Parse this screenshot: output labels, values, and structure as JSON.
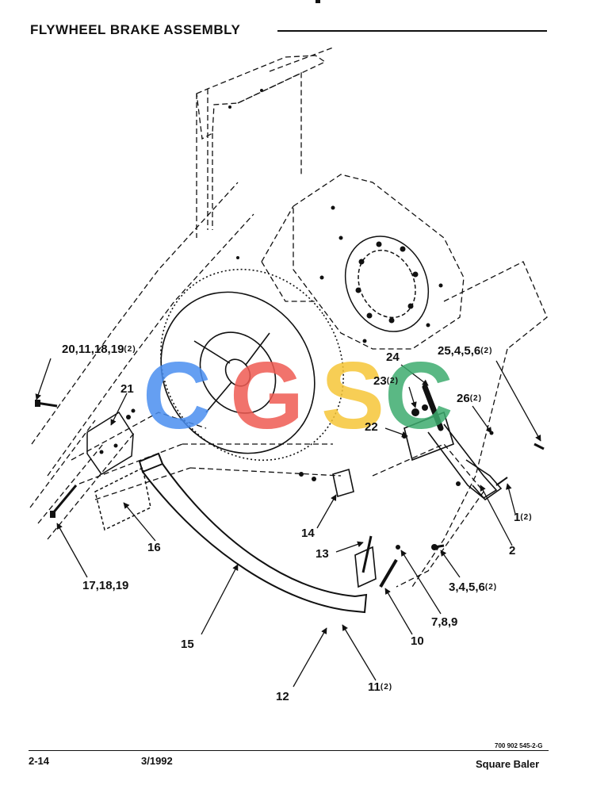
{
  "header": {
    "title": "FLYWHEEL BRAKE ASSEMBLY"
  },
  "callouts": [
    {
      "id": "c-20",
      "label": "20,11,18,19",
      "qty": "(2)"
    },
    {
      "id": "c-21",
      "label": "21",
      "qty": ""
    },
    {
      "id": "c-24",
      "label": "24",
      "qty": ""
    },
    {
      "id": "c-23",
      "label": "23",
      "qty": "(2)"
    },
    {
      "id": "c-25",
      "label": "25,4,5,6",
      "qty": "(2)"
    },
    {
      "id": "c-26",
      "label": "26",
      "qty": "(2)"
    },
    {
      "id": "c-22",
      "label": "22",
      "qty": ""
    },
    {
      "id": "c-1",
      "label": "1",
      "qty": "(2)"
    },
    {
      "id": "c-2",
      "label": "2",
      "qty": ""
    },
    {
      "id": "c-14",
      "label": "14",
      "qty": ""
    },
    {
      "id": "c-13",
      "label": "13",
      "qty": ""
    },
    {
      "id": "c-16",
      "label": "16",
      "qty": ""
    },
    {
      "id": "c-17",
      "label": "17,18,19",
      "qty": ""
    },
    {
      "id": "c-3",
      "label": "3,4,5,6",
      "qty": "(2)"
    },
    {
      "id": "c-7",
      "label": "7,8,9",
      "qty": ""
    },
    {
      "id": "c-10",
      "label": "10",
      "qty": ""
    },
    {
      "id": "c-15",
      "label": "15",
      "qty": ""
    },
    {
      "id": "c-12",
      "label": "12",
      "qty": ""
    },
    {
      "id": "c-11",
      "label": "11",
      "qty": "(2)"
    }
  ],
  "footer": {
    "page": "2-14",
    "date": "3/1992",
    "part_number": "700 902 545-2-G",
    "product": "Square Baler"
  },
  "watermark": {
    "letters": [
      "C",
      "G",
      "S",
      "C"
    ],
    "colors": [
      "#4a8ef0",
      "#ee5b52",
      "#f6c537",
      "#3dab6e"
    ]
  }
}
